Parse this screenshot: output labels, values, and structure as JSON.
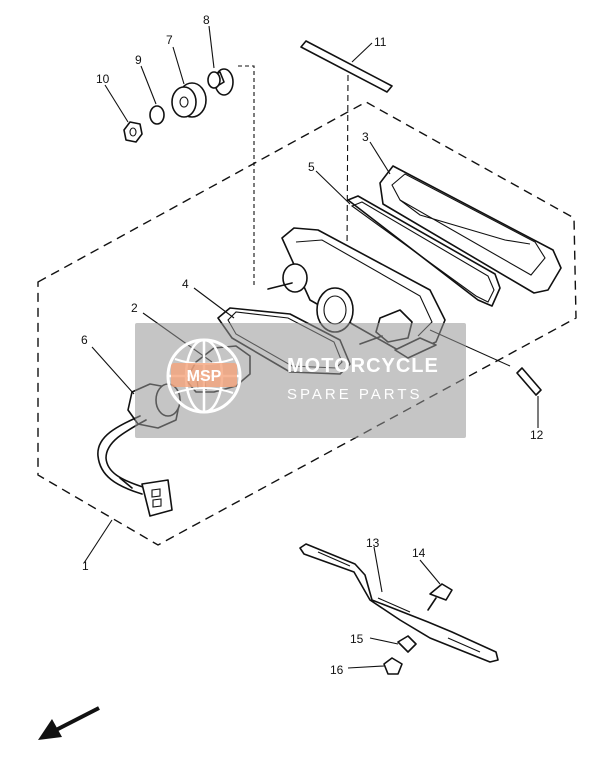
{
  "callouts": {
    "p1": "1",
    "p2": "2",
    "p3": "3",
    "p4": "4",
    "p5": "5",
    "p6": "6",
    "p7": "7",
    "p8": "8",
    "p9": "9",
    "p10": "10",
    "p11": "11",
    "p12": "12",
    "p13": "13",
    "p14": "14",
    "p15": "15",
    "p16": "16"
  },
  "watermark": {
    "brand": "MOTORCYCLE",
    "tagline": "SPARE PARTS",
    "logo_text": "MSP",
    "color": "#969696",
    "accent": "#f4a27a"
  }
}
